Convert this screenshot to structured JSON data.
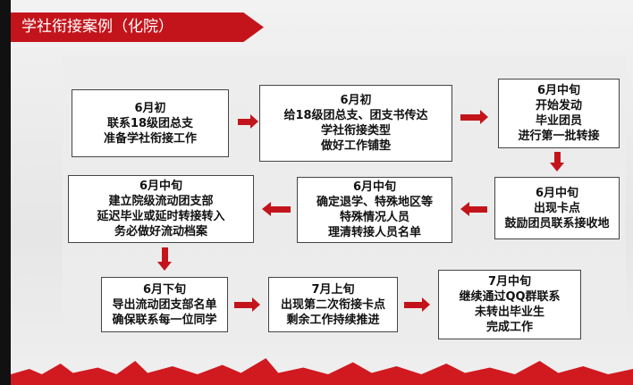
{
  "title": "学社衔接案例（化院）",
  "boxes": [
    {
      "time": "6月初",
      "lines": [
        "联系18级团总支",
        "准备学社衔接工作"
      ]
    },
    {
      "time": "6月初",
      "lines": [
        "给18级团总支、团支书传达",
        "学社衔接类型",
        "做好工作铺垫"
      ]
    },
    {
      "time": "6月中旬",
      "lines": [
        "开始发动",
        "毕业团员",
        "进行第一批转接"
      ]
    },
    {
      "time": "6月中旬",
      "lines": [
        "出现卡点",
        "鼓励团员联系接收地"
      ]
    },
    {
      "time": "6月中旬",
      "lines": [
        "确定退学、特殊地区等",
        "特殊情况人员",
        "理清转接人员名单"
      ]
    },
    {
      "time": "6月中旬",
      "lines": [
        "建立院级流动团支部",
        "延迟毕业或延时转接转入",
        "务必做好流动档案"
      ]
    },
    {
      "time": "6月下旬",
      "lines": [
        "导出流动团支部名单",
        "确保联系每一位同学"
      ]
    },
    {
      "time": "7月上旬",
      "lines": [
        "出现第二次衔接卡点",
        "剩余工作持续推进"
      ]
    },
    {
      "time": "7月中旬",
      "lines": [
        "继续通过QQ群联系",
        "未转出毕业生",
        "完成工作"
      ]
    }
  ],
  "colors": {
    "accent": "#c4141b"
  }
}
